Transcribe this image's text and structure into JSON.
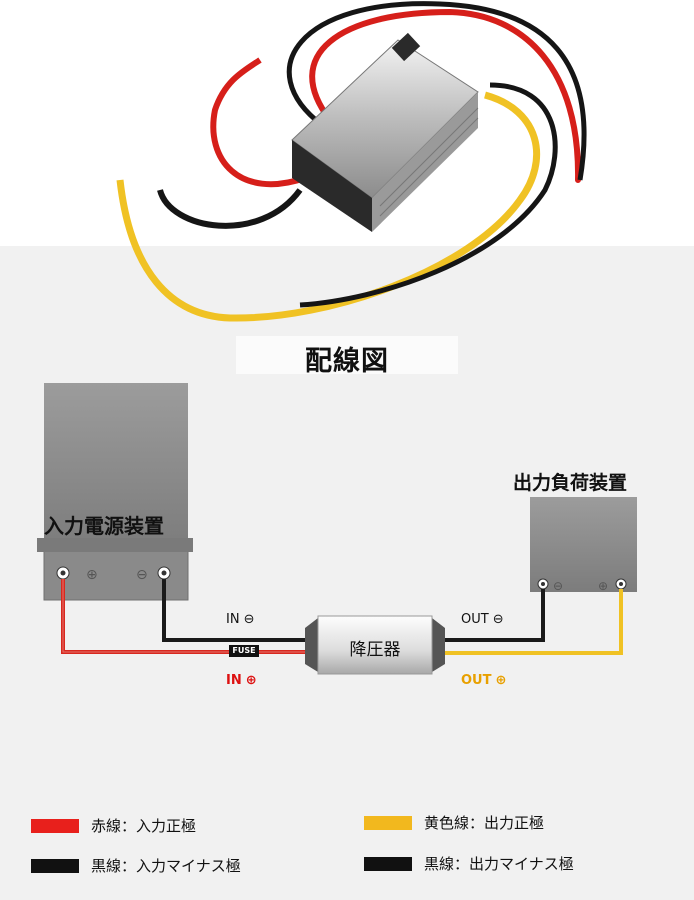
{
  "title": "配線図",
  "input_source_label": "入力電源装置",
  "output_load_label": "出力負荷装置",
  "converter_label": "降圧器",
  "fuse_label": "FUSE",
  "terminals": {
    "in_neg": "IN",
    "in_pos": "IN",
    "out_neg": "OUT",
    "out_pos": "OUT",
    "neg_symbol": "⊖",
    "pos_symbol": "⊕"
  },
  "legend": [
    {
      "color": "#e8201c",
      "text": "赤線：入力正極"
    },
    {
      "color": "#111111",
      "text": "黒線：入力マイナス極"
    },
    {
      "color": "#f2b81e",
      "text": "黄色線：出力正極"
    },
    {
      "color": "#111111",
      "text": "黒線：出力マイナス極"
    }
  ],
  "colors": {
    "red_wire": "#d8281f",
    "black_wire": "#1a1a1a",
    "yellow_wire": "#f0c224"
  }
}
